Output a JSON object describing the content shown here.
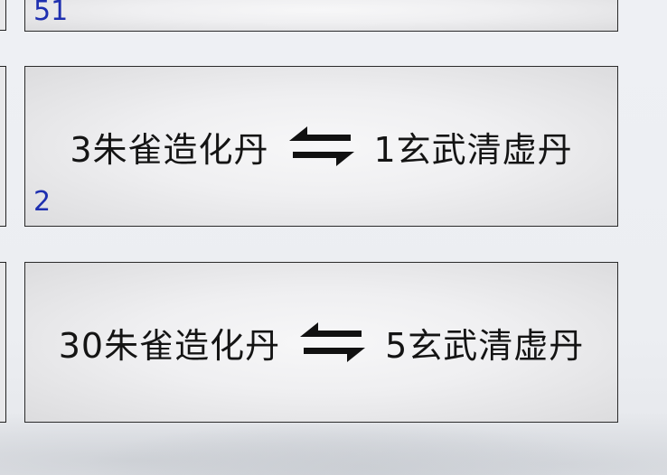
{
  "trades": [
    {
      "count": "51"
    },
    {
      "give": "3朱雀造化丹",
      "receive": "1玄武清虚丹",
      "count": "2"
    },
    {
      "give": "30朱雀造化丹",
      "receive": "5玄武清虚丹",
      "count": ""
    }
  ],
  "icons": {
    "swap": "swap-arrows-icon"
  },
  "colors": {
    "count_text": "#1e2fb0",
    "item_text": "#141414",
    "card_border": "#2a2a2a"
  }
}
